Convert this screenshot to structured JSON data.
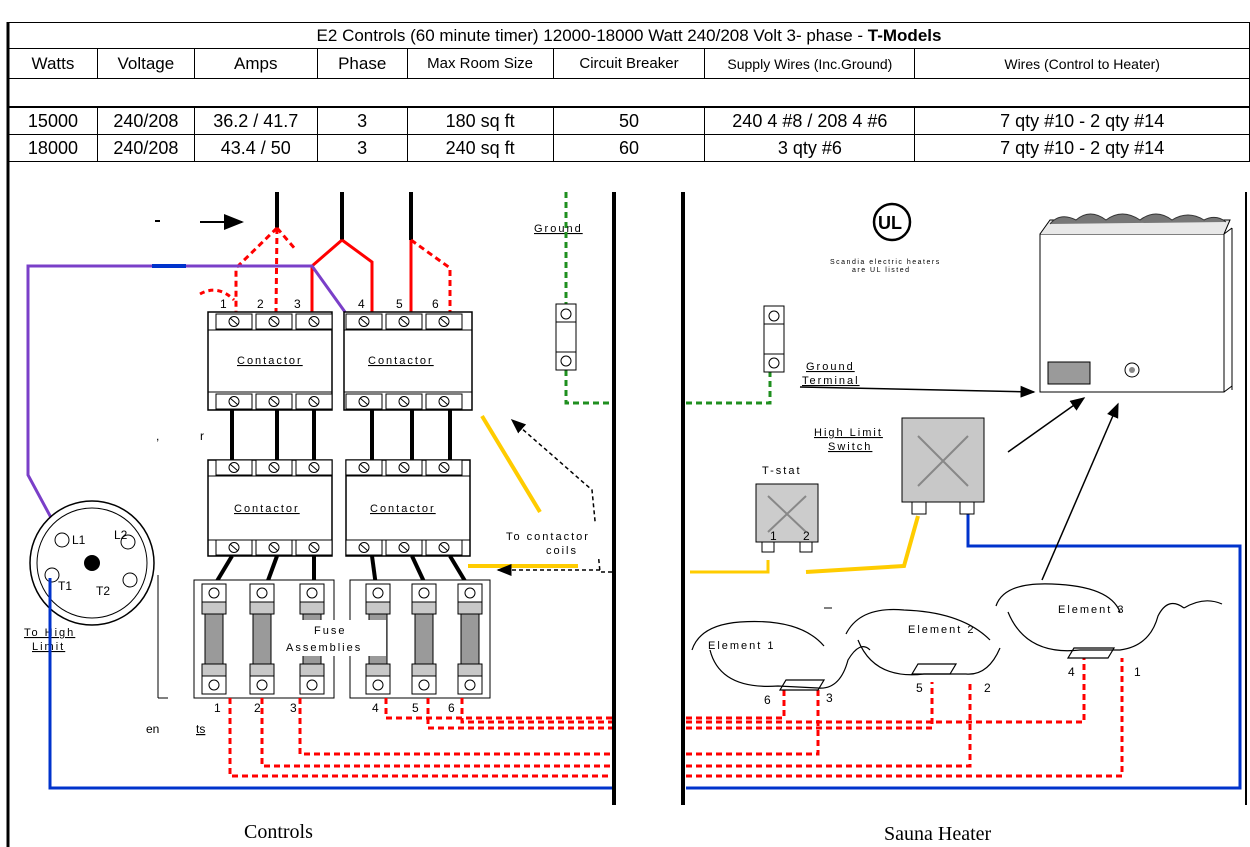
{
  "table": {
    "title_prefix": "E2 Controls (60 minute timer)  12000-18000 Watt 240/208 Volt 3- phase  - ",
    "title_bold": "T-Models",
    "headers": [
      "Watts",
      "Voltage",
      "Amps",
      "Phase",
      "Max Room Size",
      "Circuit Breaker",
      "Supply Wires (Inc.Ground)",
      "Wires (Control to Heater)"
    ],
    "rows": [
      [
        "15000",
        "240/208",
        "36.2 / 41.7",
        "3",
        "180 sq ft",
        "50",
        "240 4 #8 / 208 4  #6",
        "7 qty #10 - 2 qty #14"
      ],
      [
        "18000",
        "240/208",
        "43.4 / 50",
        "3",
        "240 sq ft",
        "60",
        "3 qty #6",
        "7 qty #10 - 2 qty #14"
      ]
    ]
  },
  "diagram": {
    "contactor": "Contactor",
    "fuse_assemblies_1": "Fuse",
    "fuse_assemblies_2": "Assemblies",
    "to_contactor_coils_1": "To contactor",
    "to_contactor_coils_2": "coils",
    "ground": "Ground",
    "ground_terminal_1": "Ground",
    "ground_terminal_2": "Terminal",
    "high_limit_switch_1": "High Limit",
    "high_limit_switch_2": "Switch",
    "tstat": "T-stat",
    "to_high_limit_1": "To High",
    "to_high_limit_2": "Limit",
    "ul_note_1": "Scandia electric heaters",
    "ul_note_2": "are UL listed",
    "ul_logo": "UL",
    "element_1": "Element 1",
    "element_2": "Element 2",
    "element_3": "Element 3",
    "controls": "Controls",
    "sauna_heater": "Sauna Heater",
    "l1": "L1",
    "l2": "L2",
    "t1": "T1",
    "t2": "T2",
    "top_terminals": [
      "1",
      "2",
      "3",
      "4",
      "5",
      "6"
    ],
    "bottom_terminals": [
      "1",
      "2",
      "3",
      "4",
      "5",
      "6"
    ],
    "tstat_terms": [
      "1",
      "2"
    ],
    "elem1_terms": [
      "6",
      "3"
    ],
    "elem2_terms": [
      "5",
      "2"
    ],
    "elem3_terms": [
      "4",
      "1"
    ],
    "frag_r": "r",
    "frag_en": "en",
    "frag_ts": "ts"
  },
  "colors": {
    "red": "#ff0000",
    "blue": "#0033cc",
    "purple": "#7a3fc8",
    "green": "#1f8f1f",
    "yellow": "#ffcc00",
    "gray": "#c8c8c8"
  }
}
